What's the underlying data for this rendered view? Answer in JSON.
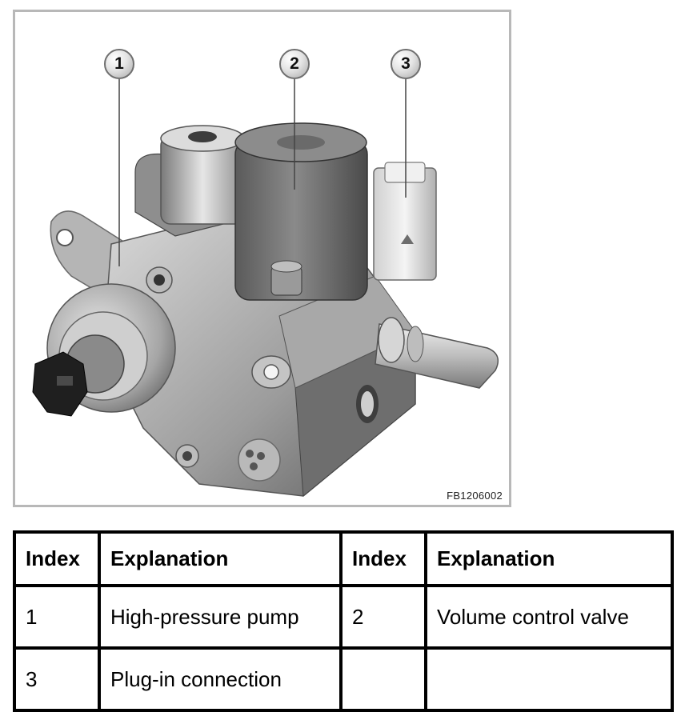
{
  "figure": {
    "callouts": [
      {
        "number": "1",
        "target": "high-pressure-pump"
      },
      {
        "number": "2",
        "target": "volume-control-valve"
      },
      {
        "number": "3",
        "target": "plug-in-connection"
      }
    ],
    "code": "FB1206002"
  },
  "legend": {
    "headers": [
      "Index",
      "Explanation",
      "Index",
      "Explanation"
    ],
    "rows": [
      [
        "1",
        "High-pressure pump",
        "2",
        "Volume control valve"
      ],
      [
        "3",
        "Plug-in connection",
        "",
        ""
      ]
    ]
  }
}
